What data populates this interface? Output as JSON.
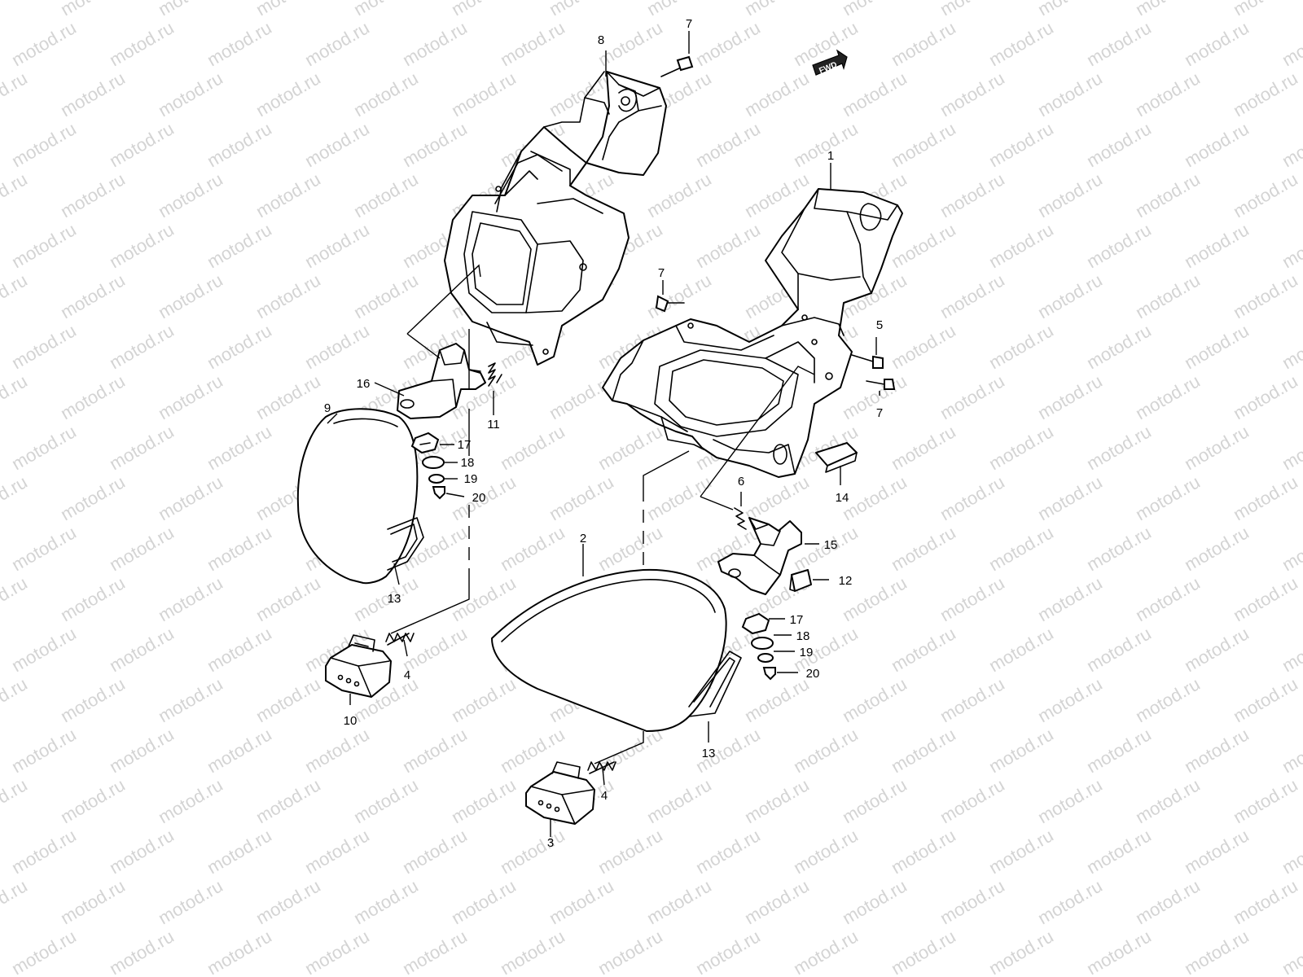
{
  "watermark": {
    "text": "motod.ru",
    "color": "#d4d4d4"
  },
  "fwd_label": "FWD",
  "callouts": [
    {
      "id": "c8a",
      "text": "8"
    },
    {
      "id": "c7a",
      "text": "7"
    },
    {
      "id": "c1",
      "text": "1"
    },
    {
      "id": "c7b",
      "text": "7"
    },
    {
      "id": "c5",
      "text": "5"
    },
    {
      "id": "c7c",
      "text": "7"
    },
    {
      "id": "c16",
      "text": "16"
    },
    {
      "id": "c11",
      "text": "11"
    },
    {
      "id": "c9",
      "text": "9"
    },
    {
      "id": "c17a",
      "text": "17"
    },
    {
      "id": "c18a",
      "text": "18"
    },
    {
      "id": "c19a",
      "text": "19"
    },
    {
      "id": "c20a",
      "text": "20"
    },
    {
      "id": "c13a",
      "text": "13"
    },
    {
      "id": "c4a",
      "text": "4"
    },
    {
      "id": "c10",
      "text": "10"
    },
    {
      "id": "c14",
      "text": "14"
    },
    {
      "id": "c6",
      "text": "6"
    },
    {
      "id": "c15",
      "text": "15"
    },
    {
      "id": "c12",
      "text": "12"
    },
    {
      "id": "c2",
      "text": "2"
    },
    {
      "id": "c17b",
      "text": "17"
    },
    {
      "id": "c18b",
      "text": "18"
    },
    {
      "id": "c19b",
      "text": "19"
    },
    {
      "id": "c20b",
      "text": "20"
    },
    {
      "id": "c13b",
      "text": "13"
    },
    {
      "id": "c4b",
      "text": "4"
    },
    {
      "id": "c3",
      "text": "3"
    }
  ]
}
